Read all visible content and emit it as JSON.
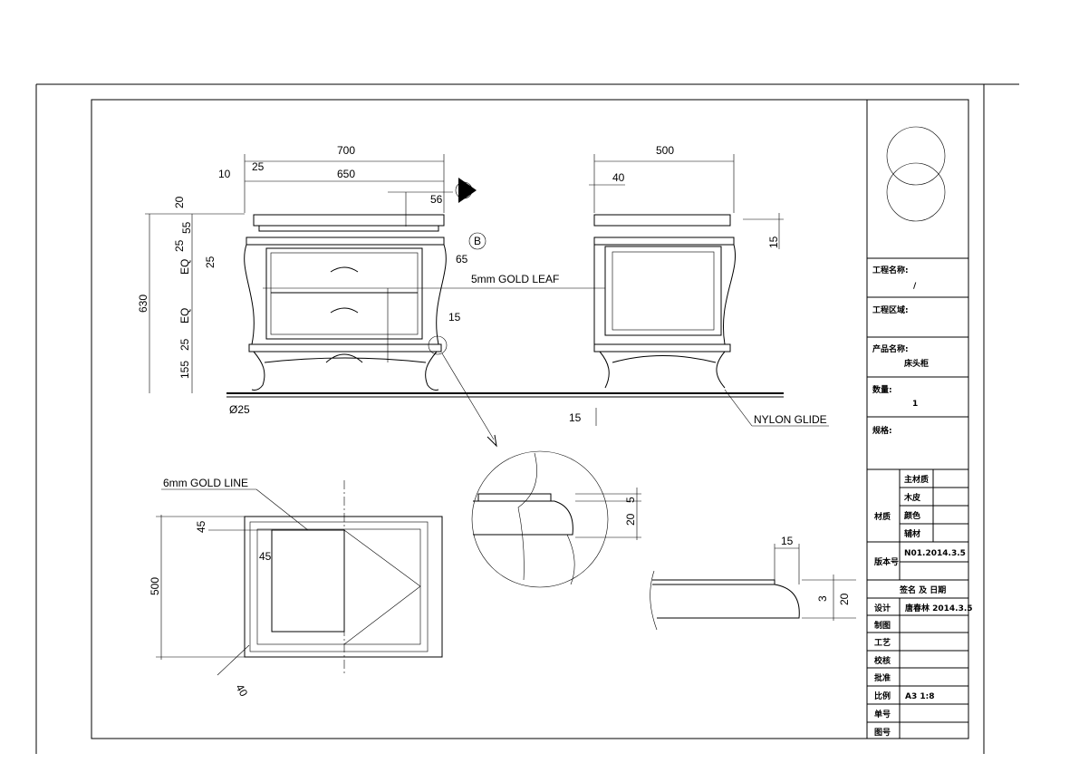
{
  "front_view": {
    "width_total": "700",
    "width_inner": "650",
    "offset_10": "10",
    "offset_25": "25",
    "dim_56": "56",
    "dim_20": "20",
    "dim_55": "55",
    "dim_25a": "25",
    "dim_25b": "25",
    "eq1": "EQ",
    "height_total": "630",
    "eq2": "EQ",
    "dim_25c": "25",
    "dim_155": "155",
    "dim_65": "65",
    "dim_15": "15",
    "foot_dia": "Ø25",
    "gold_leaf": "5mm GOLD LEAF",
    "section_a": "A",
    "section_b": "B"
  },
  "side_view": {
    "depth": "500",
    "dim_40": "40",
    "dim_15_top": "15",
    "dim_15_bottom": "15",
    "nylon_glide": "NYLON GLIDE"
  },
  "top_view": {
    "gold_line": "6mm GOLD LINE",
    "dim_45a": "45",
    "dim_45b": "45",
    "depth": "500",
    "dim_40": "40"
  },
  "detail_b": {
    "dim_5": "5",
    "dim_20": "20"
  },
  "detail_a": {
    "dim_15": "15",
    "dim_3": "3",
    "dim_20": "20"
  },
  "title_block": {
    "project_name_label": "工程名称:",
    "project_name_value": "/",
    "project_area_label": "工程区域:",
    "product_name_label": "产品名称:",
    "product_name_value": "床头柜",
    "quantity_label": "数量:",
    "quantity_value": "1",
    "spec_label": "规格:",
    "material_label": "材质",
    "material_rows": [
      "主材质",
      "木皮",
      "颜色",
      "辅材"
    ],
    "version_label": "版本号",
    "version_value": "N01.2014.3.5",
    "sign_date_label": "签名 及 日期",
    "rows": [
      {
        "label": "设计",
        "value": "唐春林 2014.3.5"
      },
      {
        "label": "制图",
        "value": ""
      },
      {
        "label": "工艺",
        "value": ""
      },
      {
        "label": "校核",
        "value": ""
      },
      {
        "label": "批准",
        "value": ""
      },
      {
        "label": "比例",
        "value": "A3 1:8"
      },
      {
        "label": "单号",
        "value": ""
      },
      {
        "label": "图号",
        "value": ""
      }
    ]
  }
}
